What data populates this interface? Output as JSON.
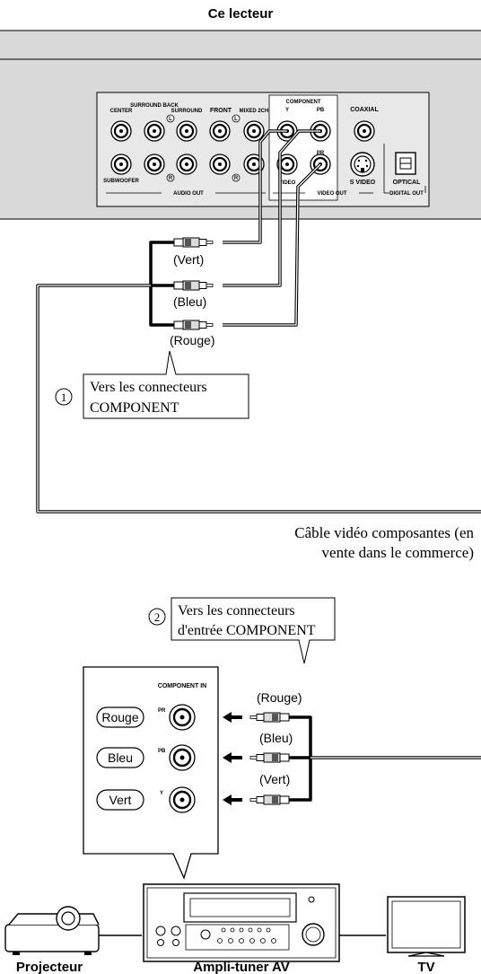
{
  "player": {
    "title": "Ce lecteur",
    "jacks": {
      "center": "CENTER",
      "surround_back": "SURROUND BACK",
      "surround": "SURROUND",
      "front": "FRONT",
      "mixed_2ch": "MIXED 2CH",
      "subwoofer": "SUBWOOFER",
      "component": "COMPONENT",
      "y": "Y",
      "pb": "PB",
      "pr": "PR",
      "video": "VIDEO",
      "coaxial": "COAXIAL",
      "s_video": "S VIDEO",
      "optical": "OPTICAL",
      "left_marker": "L",
      "right_marker": "R"
    },
    "groups": {
      "audio_out": "AUDIO OUT",
      "video_out": "VIDEO OUT",
      "digital_out": "DIGITAL OUT"
    }
  },
  "top_plugs": {
    "vert": "(Vert)",
    "bleu": "(Bleu)",
    "rouge": "(Rouge)"
  },
  "callout1": {
    "number": "1",
    "line1": "Vers les connecteurs",
    "line2": "COMPONENT"
  },
  "cable_caption": {
    "line1": "Câble vidéo composantes (en",
    "line2": "vente dans le commerce)"
  },
  "callout2": {
    "number": "2",
    "line1": "Vers les connecteurs",
    "line2": "d'entrée COMPONENT"
  },
  "component_in": {
    "title": "COMPONENT IN",
    "rouge": "Rouge",
    "bleu": "Bleu",
    "vert": "Vert",
    "pr": "PR",
    "pb": "PB",
    "y": "Y"
  },
  "bottom_plugs": {
    "rouge": "(Rouge)",
    "bleu": "(Bleu)",
    "vert": "(Vert)"
  },
  "devices": {
    "projector": "Projecteur",
    "receiver": "Ampli-tuner AV",
    "tv": "TV"
  }
}
